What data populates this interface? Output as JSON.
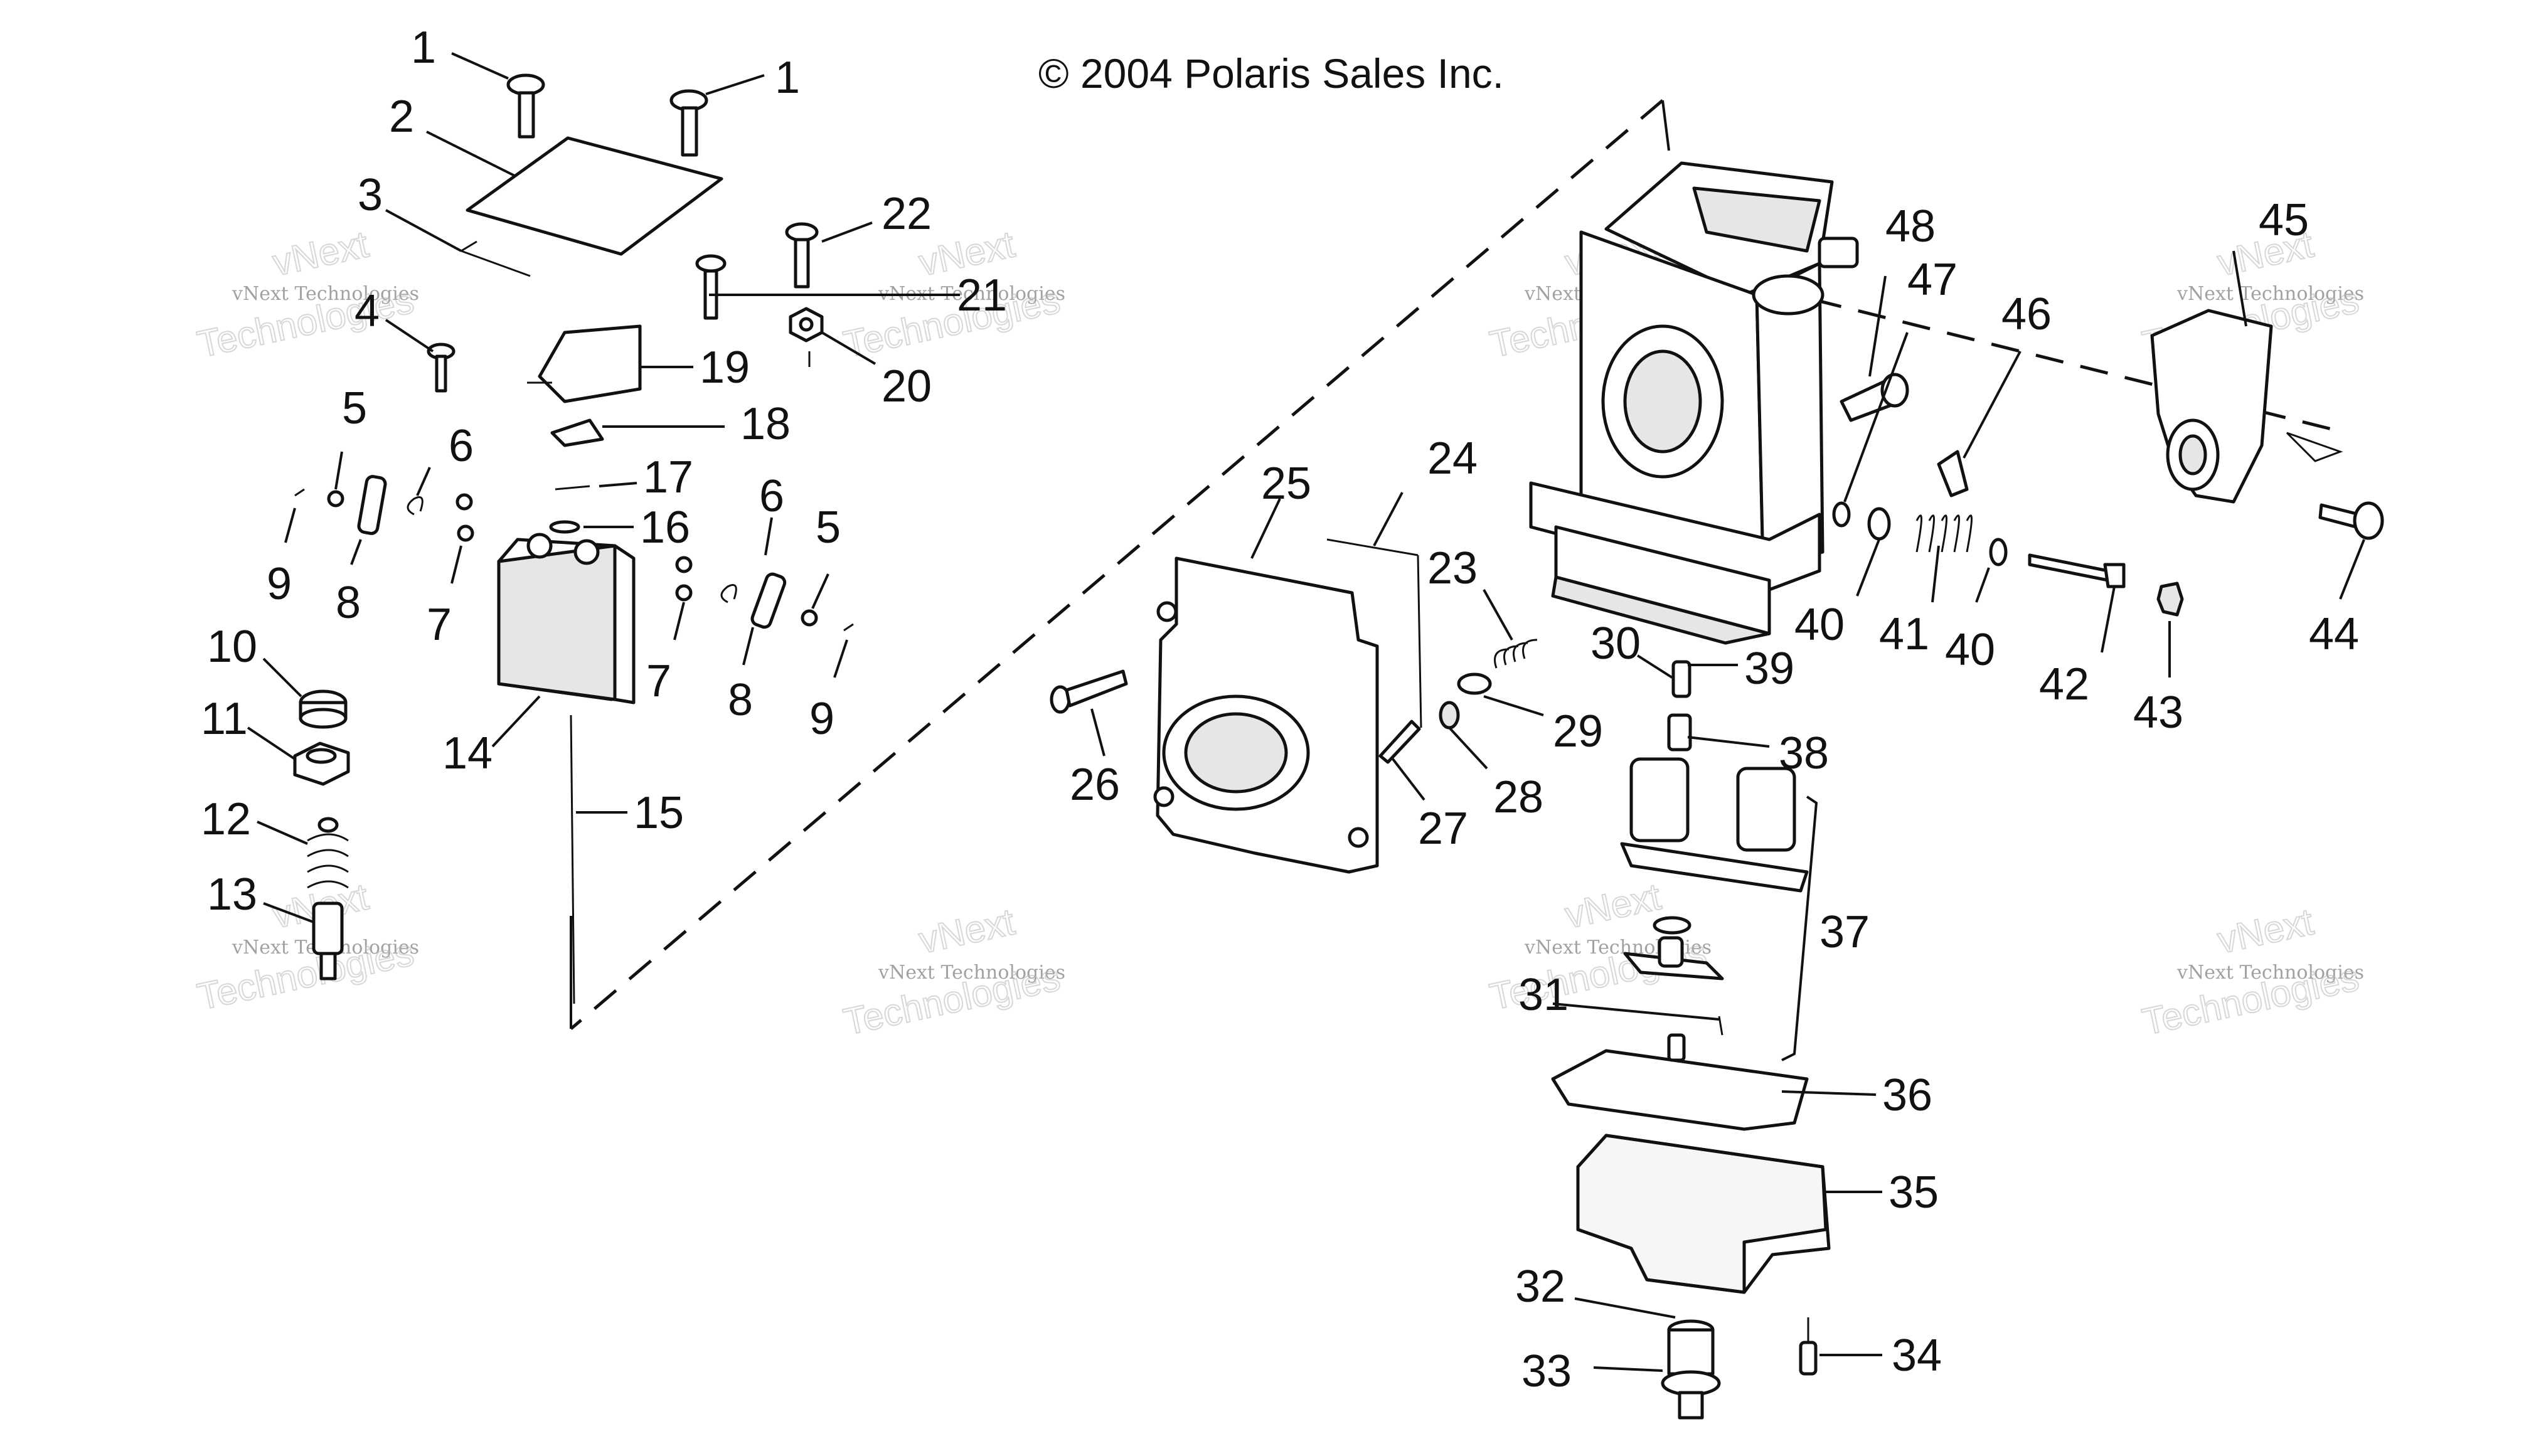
{
  "copyright": "© 2004 Polaris Sales Inc.",
  "watermark": {
    "line1": "vNext Technologies",
    "line2": "vNext",
    "line3": "Technologies"
  },
  "callouts": {
    "c1": "1",
    "c2": "2",
    "c3": "3",
    "c4": "4",
    "c5": "5",
    "c6": "6",
    "c7": "7",
    "c8": "8",
    "c9": "9",
    "c10": "10",
    "c11": "11",
    "c12": "12",
    "c13": "13",
    "c14": "14",
    "c15": "15",
    "c16": "16",
    "c17": "17",
    "c18": "18",
    "c19": "19",
    "c20": "20",
    "c21": "21",
    "c22": "22",
    "c23": "23",
    "c24": "24",
    "c25": "25",
    "c26": "26",
    "c27": "27",
    "c28": "28",
    "c29": "29",
    "c30": "30",
    "c31": "31",
    "c32": "32",
    "c33": "33",
    "c34": "34",
    "c35": "35",
    "c36": "36",
    "c37": "37",
    "c38": "38",
    "c39": "39",
    "c40": "40",
    "c41": "41",
    "c42": "42",
    "c43": "43",
    "c44": "44",
    "c45": "45",
    "c46": "46",
    "c47": "47",
    "c48": "48"
  }
}
